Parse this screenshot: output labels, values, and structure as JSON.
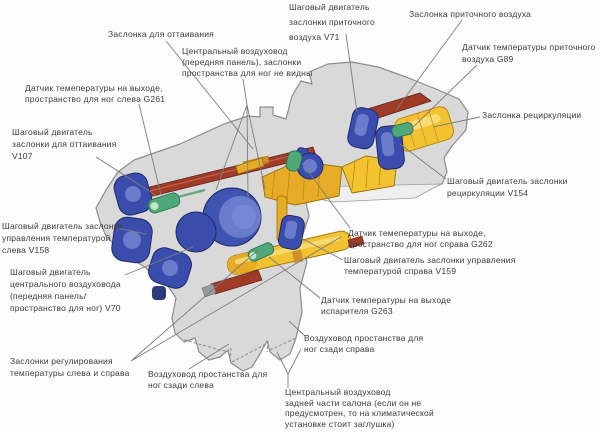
{
  "colors": {
    "background": "#fdfdfd",
    "housing_fill": "#d9d9d9",
    "housing_stroke": "#8c8c8c",
    "flap_yellow": "#f2c230",
    "flap_yellow_dark": "#e6ac25",
    "rod_red": "#a03b28",
    "motor_blue": "#3a4dad",
    "motor_blue_light": "#6b7ccc",
    "sensor_green": "#4fa878",
    "leader_line": "#7d7d7d",
    "label_text": "#3b3b3b"
  },
  "labels": {
    "v71": "Шаговый двигатель\nзаслонки приточного\nвоздуха V71",
    "intake_flap": "Заслонка приточного воздуха",
    "defrost_flap": "Заслонка для оттаивания",
    "central_duct": "Центральный воздуховод\n(передняя панель), заслонки\nпространства для ног не видны",
    "g89": "Датчик температуры приточного\nвоздуха G89",
    "g261": "Датчик темепературы на выходе,\nпространство для ног слева G261",
    "recirc_flap": "Заслонка рециркуляции",
    "v107": "Шаговый двигатель\nзаслонки для оттаивания\nV107",
    "v154": "Шаговый двигатель заслонки\nрециркуляции V154",
    "v158": "Шаговый двигатель заслонки\nуправления температурой\nслева V158",
    "g262": "Датчик темепературы на выходе,\nпространство для ног справа G262",
    "v159": "Шаговый двигатель заслонки управления\nтемпературой справа V159",
    "v70": "Шаговый двигатель\nцентрального воздуховода\n(передняя панель/\nпространство для ног) V70",
    "g263": "Датчик температуры на выходе\nиспарителя G263",
    "temp_flaps": "Заслонки регулирования\nтемпературы слева и справа",
    "duct_rear_right": "Воздуховод простанства для\nног сзади справа",
    "duct_rear_left": "Воздуховод простанства для\nног сзади слева",
    "rear_center_duct": "Центральный воздуховод\nзадней части салона (если он не\nпредусмотрен, то на климатической\nустановке стоит заглушка)"
  }
}
